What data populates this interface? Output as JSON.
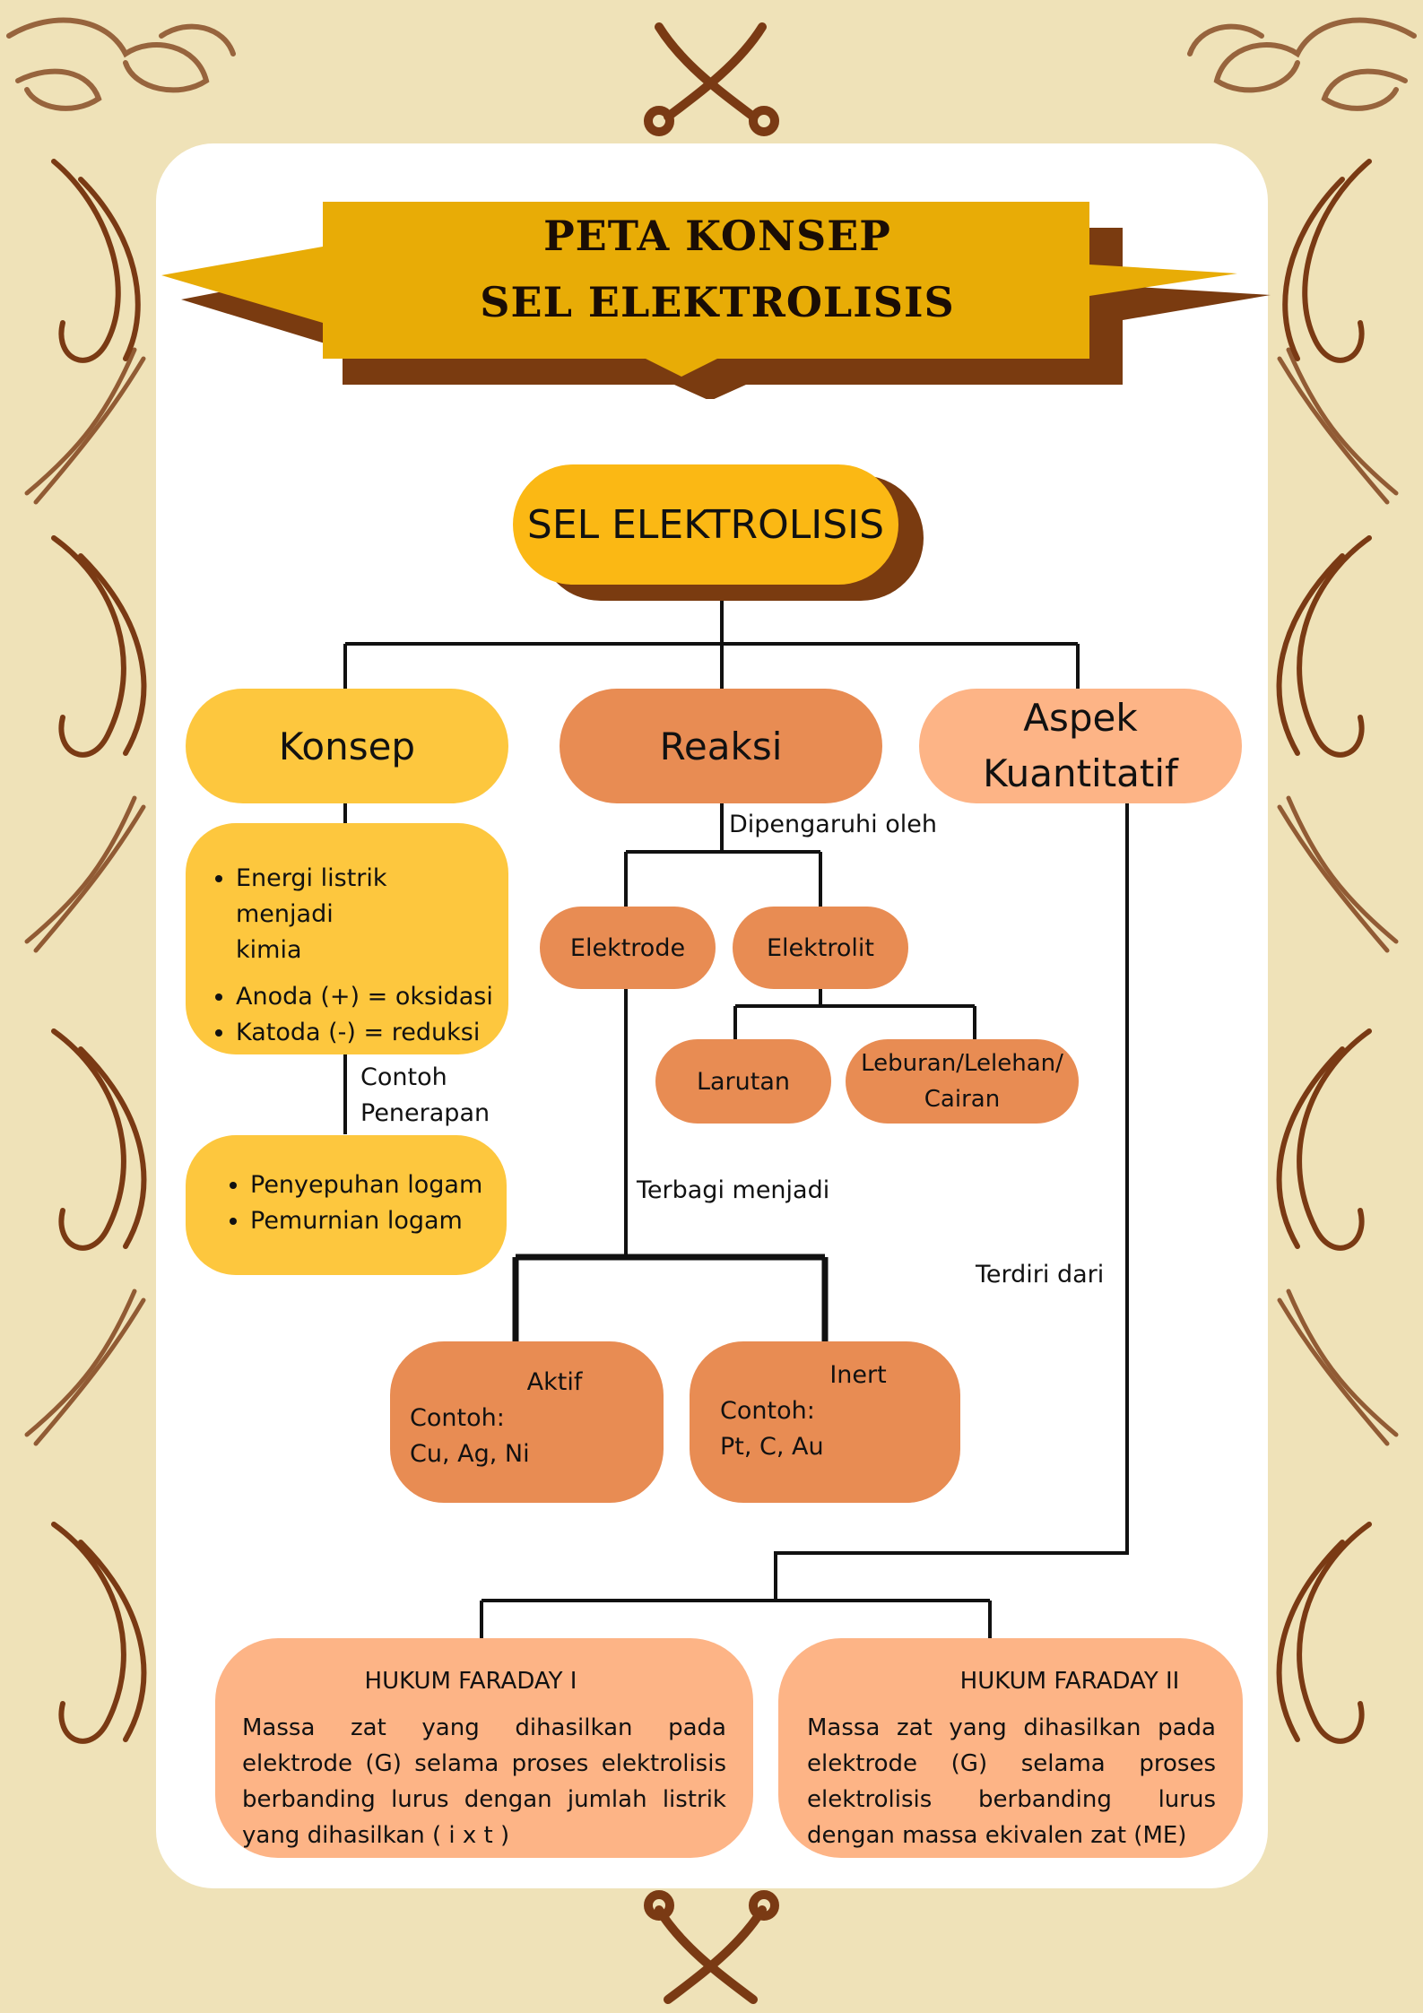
{
  "title": {
    "line1": "PETA KONSEP",
    "line2": "SEL ELEKTROLISIS"
  },
  "root": {
    "label": "SEL ELEKTROLISIS"
  },
  "branches": {
    "konsep": {
      "label": "Konsep",
      "points": [
        "Energi listrik menjadi kimia",
        "Anoda (+) = oksidasi",
        "Katoda (-) = reduksi"
      ],
      "connector": "Contoh Penerapan",
      "applications": [
        "Penyepuhan logam",
        "Pemurnian logam"
      ]
    },
    "reaksi": {
      "label": "Reaksi",
      "connector": "Dipengaruhi oleh",
      "elektrode": {
        "label": "Elektrode",
        "connector": "Terbagi menjadi",
        "aktif": {
          "title": "Aktif",
          "contoh_label": "Contoh:",
          "contoh": "Cu, Ag, Ni"
        },
        "inert": {
          "title": "Inert",
          "contoh_label": "Contoh:",
          "contoh": "Pt, C, Au"
        }
      },
      "elektrolit": {
        "label": "Elektrolit",
        "larutan": "Larutan",
        "leburan": "Leburan/Lelehan/ Cairan"
      }
    },
    "aspek": {
      "label": "Aspek Kuantitatif",
      "connector": "Terdiri dari",
      "faraday1": {
        "title": "HUKUM FARADAY I",
        "text": "Massa zat yang dihasilkan pada elektrode (G) selama proses elektrolisis berbanding lurus dengan jumlah listrik yang dihasilkan ( i x t )"
      },
      "faraday2": {
        "title": "HUKUM FARADAY II",
        "text": "Massa zat yang dihasilkan pada elektrode (G) selama proses elektrolisis berbanding lurus dengan massa ekivalen zat (ME)"
      }
    }
  },
  "colors": {
    "background": "#efe2b8",
    "panel": "#ffffff",
    "banner": "#e8ac06",
    "banner_shadow": "#7a3b10",
    "root": "#fbb814",
    "yellow": "#fdc73e",
    "orange": "#e88c53",
    "peach": "#fdb486",
    "ornament": "#7a3a14"
  },
  "icons": [
    "keris-ornament",
    "cloud-ornament",
    "swirl-ornament"
  ]
}
